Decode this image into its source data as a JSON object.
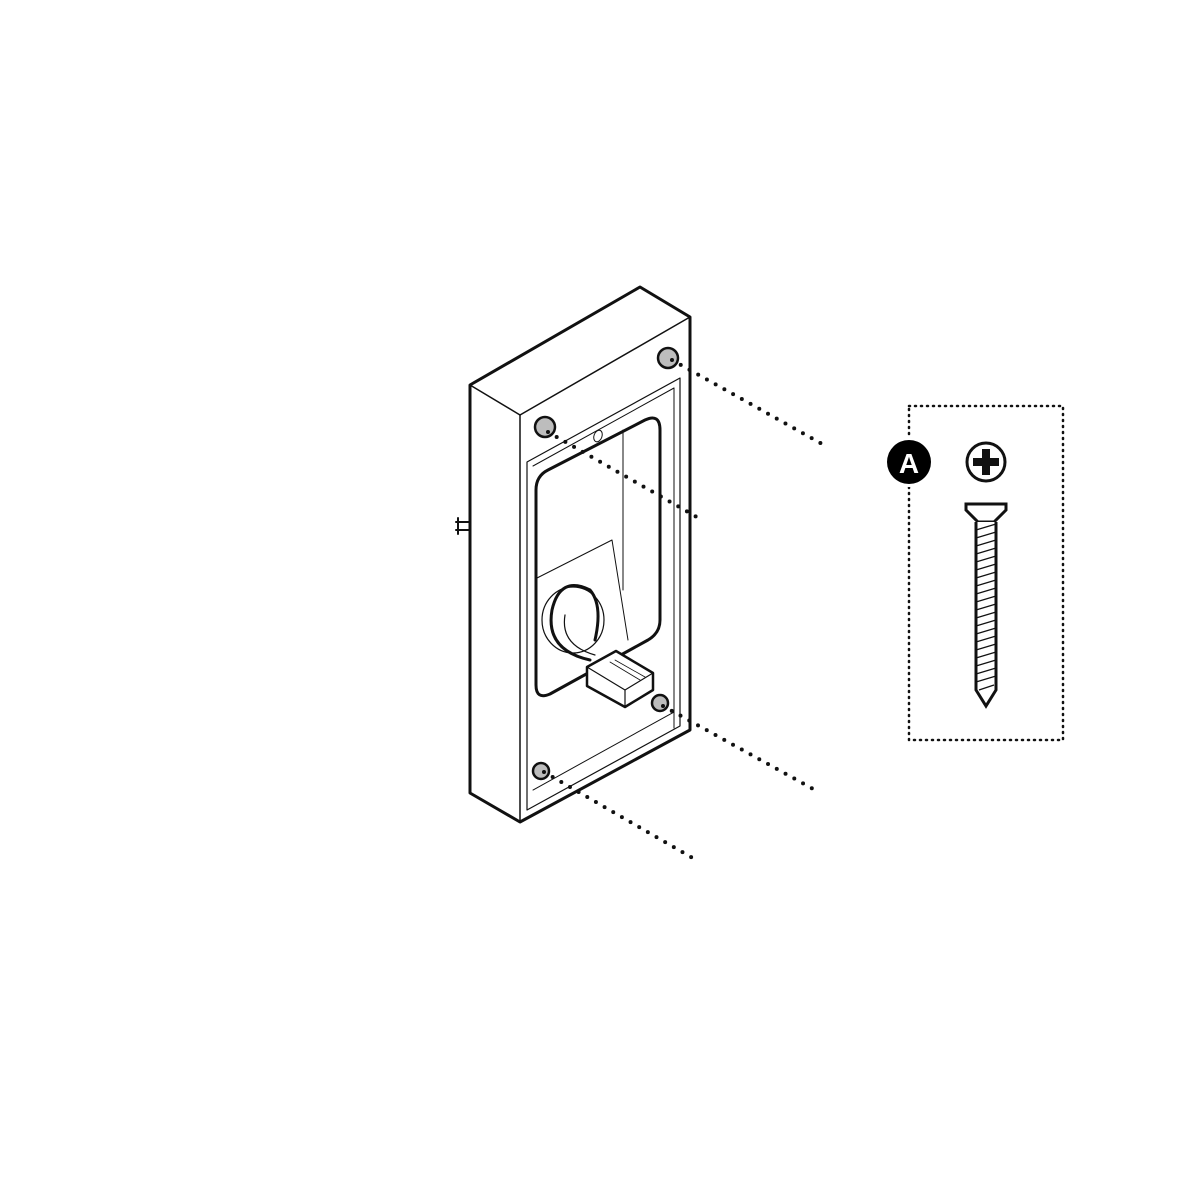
{
  "diagram": {
    "type": "installation-step",
    "subject": "mounting bracket with ethernet cable",
    "screw_count": 4,
    "parts_box": {
      "label": "A",
      "screw_head_type": "phillips-icon",
      "part": "countersunk wood screw"
    },
    "colors": {
      "line": "#111111",
      "background": "#ffffff",
      "hole_fill": "#bdbdbd",
      "label_bg": "#000000",
      "label_fg": "#ffffff"
    }
  }
}
